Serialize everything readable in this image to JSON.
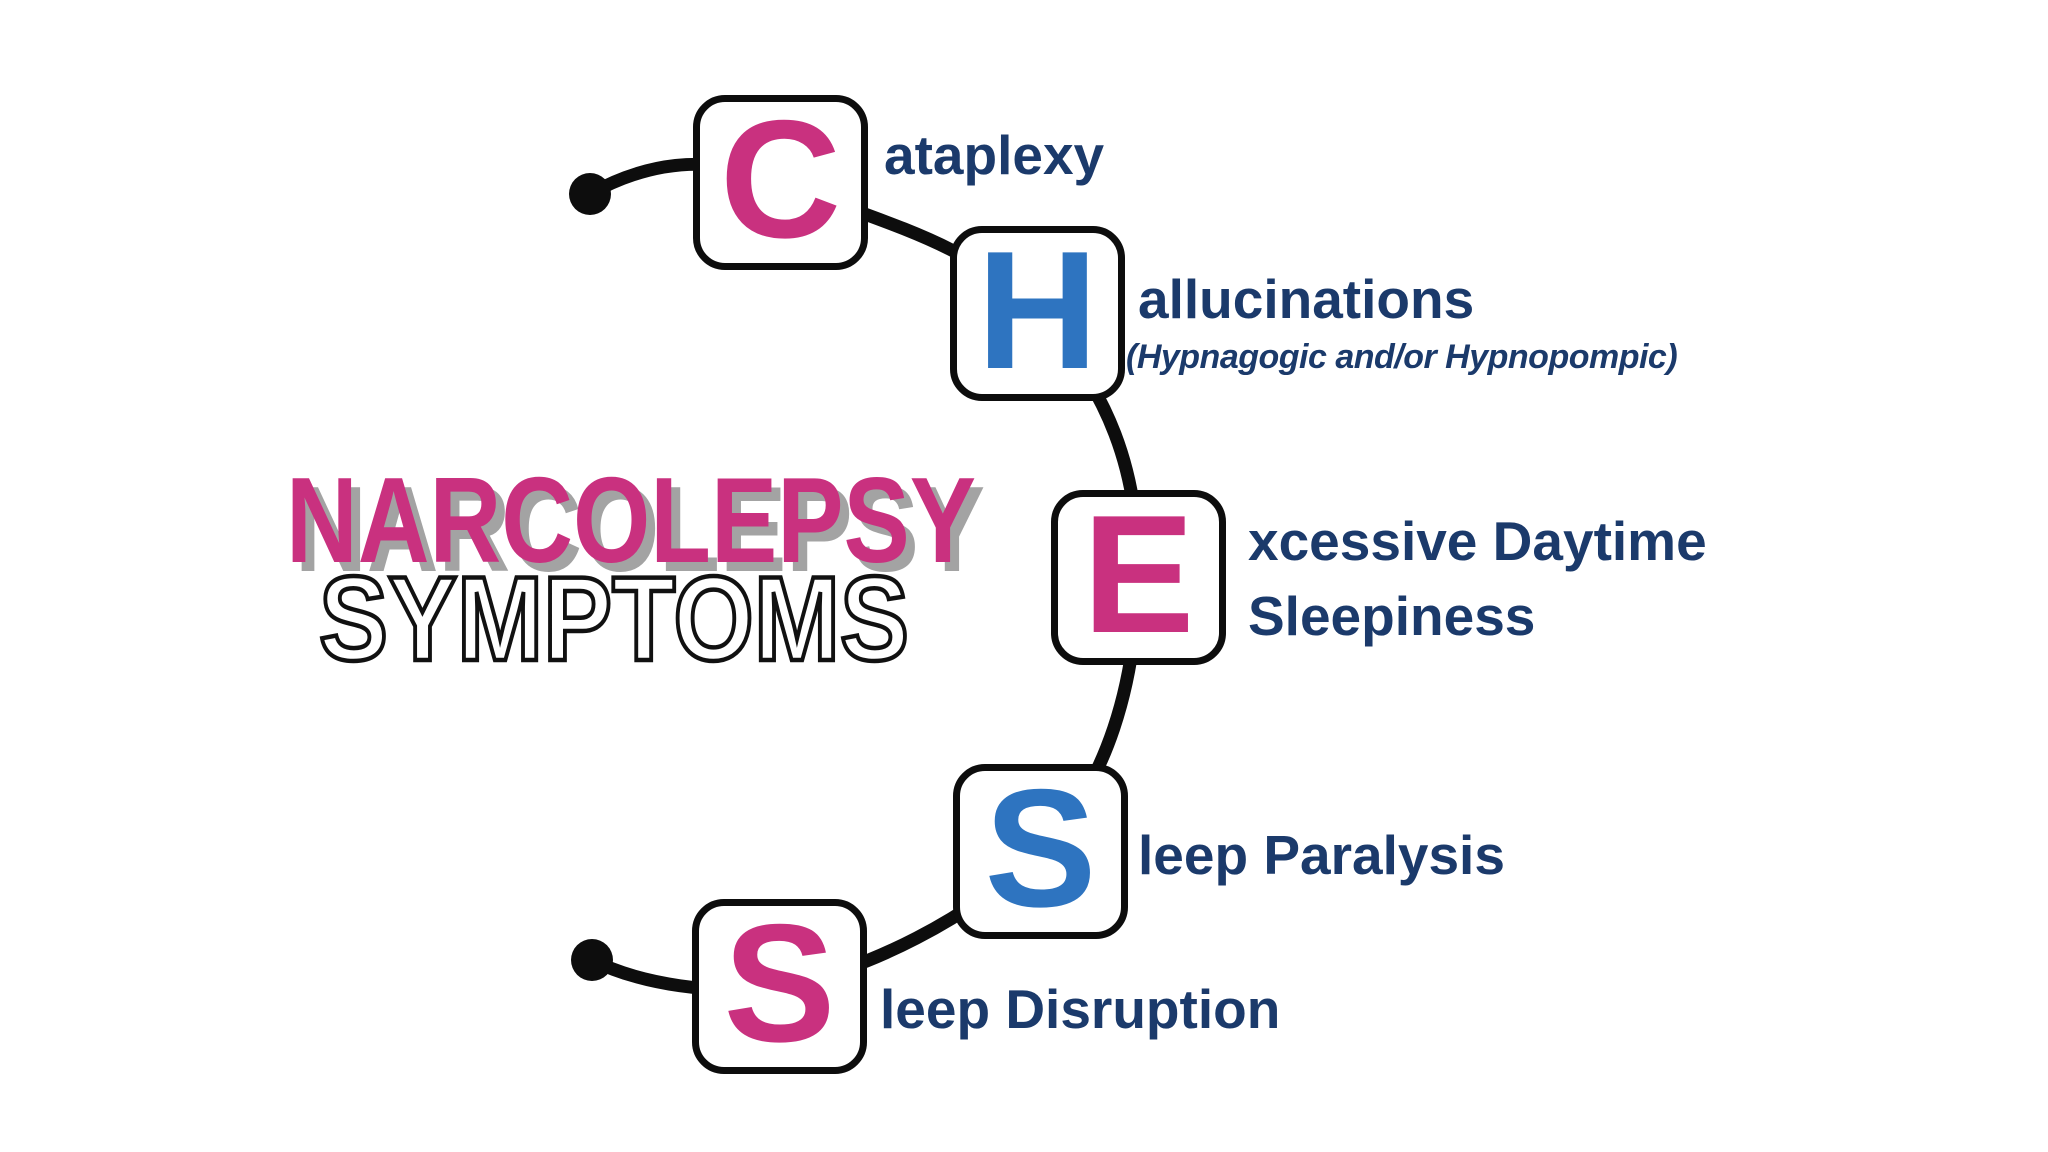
{
  "title": {
    "line1": "NARCOLEPSY",
    "line2": "SYMPTOMS"
  },
  "colors": {
    "pink": "#c9317f",
    "blue": "#2e74c0",
    "navy": "#1b3a6b",
    "shadow": "#a3a3a3",
    "line": "#0d0d0d",
    "box_bg": "#ffffff",
    "background": "#ffffff"
  },
  "items": [
    {
      "letter": "C",
      "letter_color": "pink",
      "label": "ataplexy"
    },
    {
      "letter": "H",
      "letter_color": "blue",
      "label": "allucinations",
      "sublabel": "(Hypnagogic and/or Hypnopompic)"
    },
    {
      "letter": "E",
      "letter_color": "pink",
      "label_lines": [
        "xcessive Daytime",
        "Sleepiness"
      ]
    },
    {
      "letter": "S",
      "letter_color": "blue",
      "label": "leep Paralysis"
    },
    {
      "letter": "S",
      "letter_color": "pink",
      "label": "leep Disruption"
    }
  ]
}
